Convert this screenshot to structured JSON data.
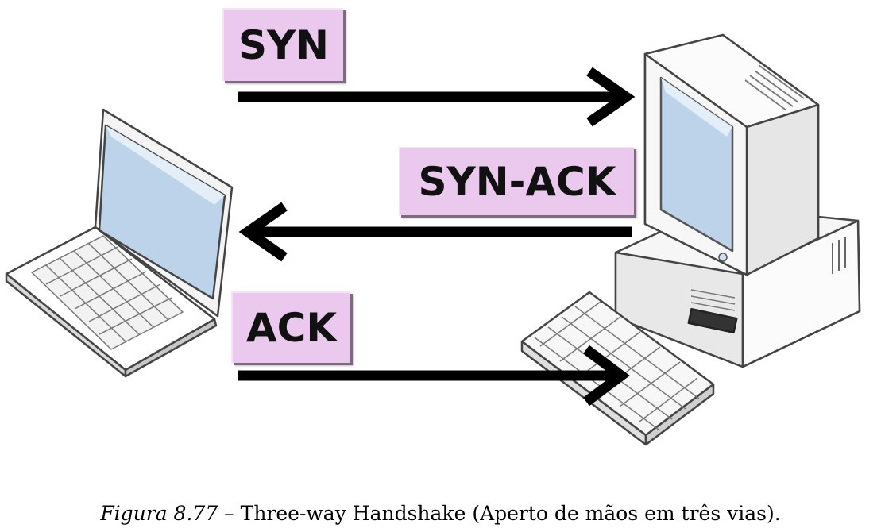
{
  "messages": {
    "syn": "SYN",
    "syn_ack": "SYN-ACK",
    "ack": "ACK"
  },
  "caption": {
    "figure": "Figura 8.77",
    "separator": " – ",
    "text": "Three-way Handshake (Aperto de mãos em três vias)."
  },
  "colors": {
    "label_fill": "#ebc8ee",
    "arrow": "#000000"
  },
  "icons": [
    "laptop-icon",
    "desktop-computer-icon",
    "keyboard-icon"
  ]
}
